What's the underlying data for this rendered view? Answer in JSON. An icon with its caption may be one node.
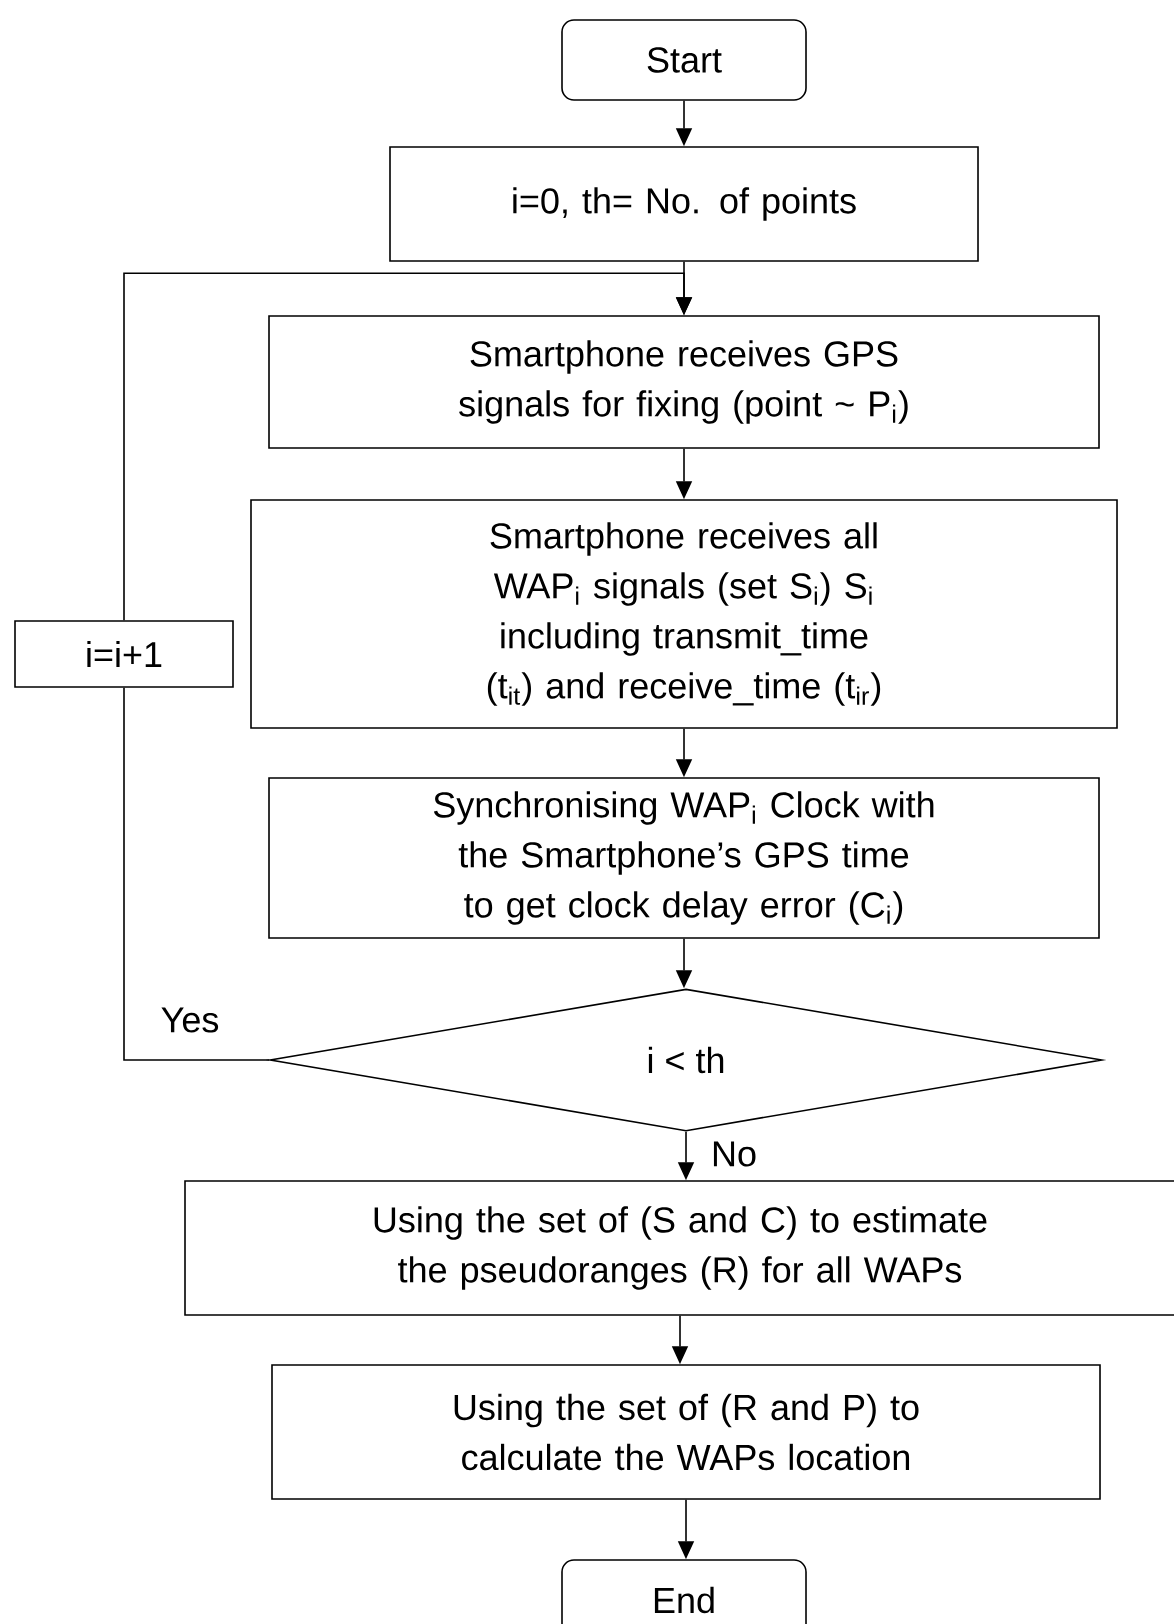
{
  "diagram": {
    "nodes": [
      {
        "text": [
          "Start"
        ]
      },
      {
        "text": [
          "i=0, th= No. of points"
        ]
      },
      {
        "text": [
          "Smartphone receives GPS signals for fixing (point ~ P$_{i}$)"
        ]
      },
      {
        "text": [
          "Smartphone receives all WAP$_{i}$ signals (set S$_{i}$) S$_{i}$ including transmit_time (t$_{it}$) and receive_time (t$_{ir}$)"
        ]
      },
      {
        "text": [
          "Synchronising WAP$_{i}$ Clock with the Smartphone’s GPS time to get clock delay error (C$_{i}$)"
        ]
      },
      {
        "text": [
          "i  < th"
        ]
      },
      {
        "text": [
          "Using the set of (S and C) to estimate the pseudoranges (R) for all WAPs"
        ]
      },
      {
        "text": [
          "Using the set of (R and P) to calculate the WAPs location"
        ]
      },
      {
        "text": [
          "End"
        ]
      },
      {
        "text": [
          "i=i+1"
        ]
      }
    ],
    "edges": [
      {
        "from": 0,
        "to": 1,
        "arrow": "to"
      },
      {
        "from": 1,
        "to": 2,
        "arrow": "to"
      },
      {
        "from": 2,
        "to": 3,
        "arrow": "to"
      },
      {
        "from": 3,
        "to": 4,
        "arrow": "to"
      },
      {
        "from": 4,
        "to": 5,
        "arrow": "to"
      },
      {
        "from": 5,
        "to": 6,
        "arrow": "to",
        "label": "No"
      },
      {
        "from": 6,
        "to": 7,
        "arrow": "to"
      },
      {
        "from": 7,
        "to": 8,
        "arrow": "to"
      },
      {
        "from": 5,
        "to": 9,
        "arrow": "none",
        "label": "Yes"
      },
      {
        "from": 9,
        "to": 2,
        "arrow": "to"
      }
    ]
  }
}
